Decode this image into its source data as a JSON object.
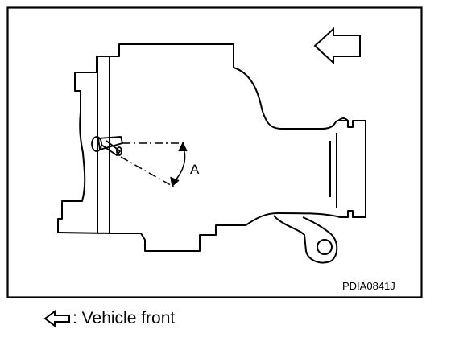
{
  "figure": {
    "code": "PDIA0841J",
    "angle_label": "A",
    "direction_icon": "arrow-left-outline"
  },
  "legend": {
    "icon": "arrow-left-outline",
    "text": ": Vehicle front"
  }
}
